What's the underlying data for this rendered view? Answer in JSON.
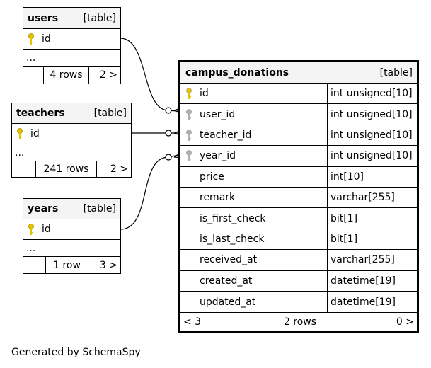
{
  "footer": "Generated by SchemaSpy",
  "users": {
    "name": "users",
    "tag": "[table]",
    "columns": [
      {
        "name": "id"
      }
    ],
    "ellipsis": "...",
    "rows": "4 rows",
    "children": "2 >"
  },
  "teachers": {
    "name": "teachers",
    "tag": "[table]",
    "columns": [
      {
        "name": "id"
      }
    ],
    "ellipsis": "...",
    "rows": "241 rows",
    "children": "2 >"
  },
  "years": {
    "name": "years",
    "tag": "[table]",
    "columns": [
      {
        "name": "id"
      }
    ],
    "ellipsis": "...",
    "rows": "1 row",
    "children": "3 >"
  },
  "campus_donations": {
    "name": "campus_donations",
    "tag": "[table]",
    "columns": [
      {
        "name": "id",
        "type": "int unsigned[10]"
      },
      {
        "name": "user_id",
        "type": "int unsigned[10]"
      },
      {
        "name": "teacher_id",
        "type": "int unsigned[10]"
      },
      {
        "name": "year_id",
        "type": "int unsigned[10]"
      },
      {
        "name": "price",
        "type": "int[10]"
      },
      {
        "name": "remark",
        "type": "varchar[255]"
      },
      {
        "name": "is_first_check",
        "type": "bit[1]"
      },
      {
        "name": "is_last_check",
        "type": "bit[1]"
      },
      {
        "name": "received_at",
        "type": "varchar[255]"
      },
      {
        "name": "created_at",
        "type": "datetime[19]"
      },
      {
        "name": "updated_at",
        "type": "datetime[19]"
      }
    ],
    "parents": "< 3",
    "rows": "2 rows",
    "children": "0 >"
  },
  "colors": {
    "primary_key": "#e6c200",
    "foreign_key": "#b0b0b0",
    "header_bg": "#f4f4f4"
  }
}
